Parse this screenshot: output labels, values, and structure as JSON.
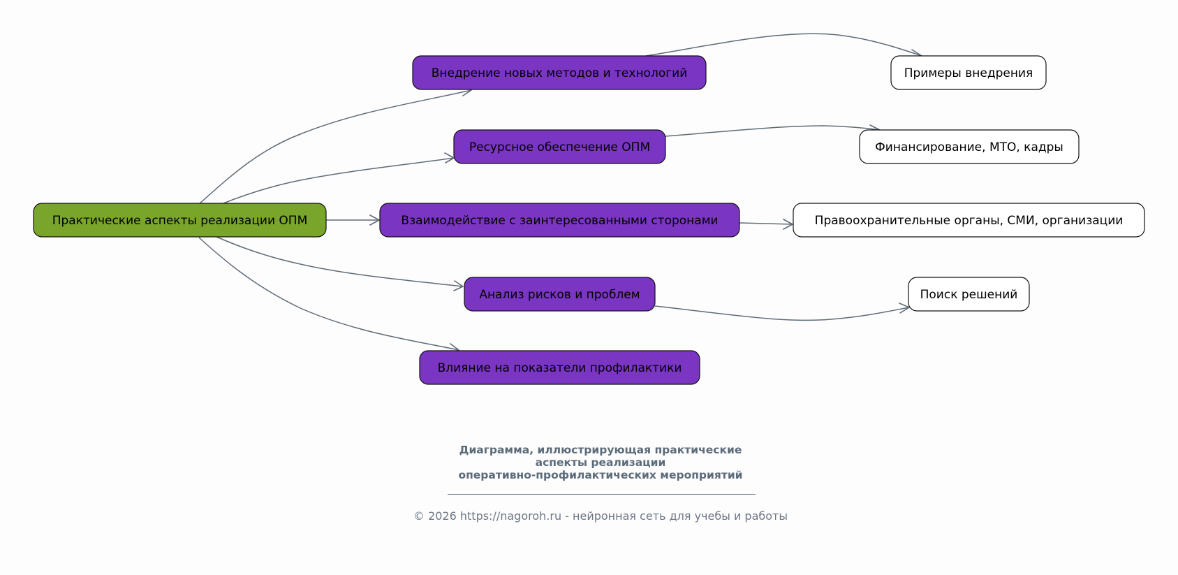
{
  "colors": {
    "root_fill": "#7aa52b",
    "branch_fill": "#7a35c3",
    "leaf_fill": "#ffffff",
    "edge": "#5f6b78",
    "caption": "#5c6b7a"
  },
  "diagram": {
    "root": {
      "label": "Практические аспекты реализации ОПМ"
    },
    "branches": [
      {
        "label": "Внедрение новых методов и технологий",
        "child": "Примеры внедрения"
      },
      {
        "label": "Ресурсное обеспечение ОПМ",
        "child": "Финансирование, МТО, кадры"
      },
      {
        "label": "Взаимодействие с заинтересованными сторонами",
        "child": "Правоохранительные органы, СМИ, организации"
      },
      {
        "label": "Анализ рисков и проблем",
        "child": "Поиск решений"
      },
      {
        "label": "Влияние на показатели профилактики",
        "child": null
      }
    ]
  },
  "caption": {
    "line1": "Диаграмма, иллюстрирующая практические",
    "line2": "аспекты реализации",
    "line3": "оперативно-профилактических мероприятий"
  },
  "footer": {
    "text": "© 2026 https://nagoroh.ru - нейронная сеть для учебы и работы"
  }
}
